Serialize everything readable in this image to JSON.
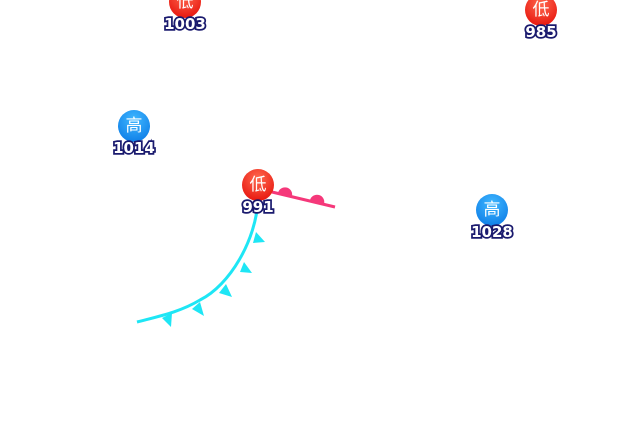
{
  "colors": {
    "low": "#f02a1a",
    "high": "#1a8ef0",
    "cold_front": "#1ee6f5",
    "warm_front": "#f5387a",
    "label_outline": "#1a1a6e"
  },
  "fronts": [
    {
      "type": "cold-front"
    },
    {
      "type": "warm-front"
    }
  ],
  "centers": [
    {
      "type": "low",
      "symbol": "低",
      "pressure": "1003"
    },
    {
      "type": "low",
      "symbol": "低",
      "pressure": "985"
    },
    {
      "type": "high",
      "symbol": "高",
      "pressure": "1014"
    },
    {
      "type": "low",
      "symbol": "低",
      "pressure": "991"
    },
    {
      "type": "high",
      "symbol": "高",
      "pressure": "1028"
    }
  ]
}
